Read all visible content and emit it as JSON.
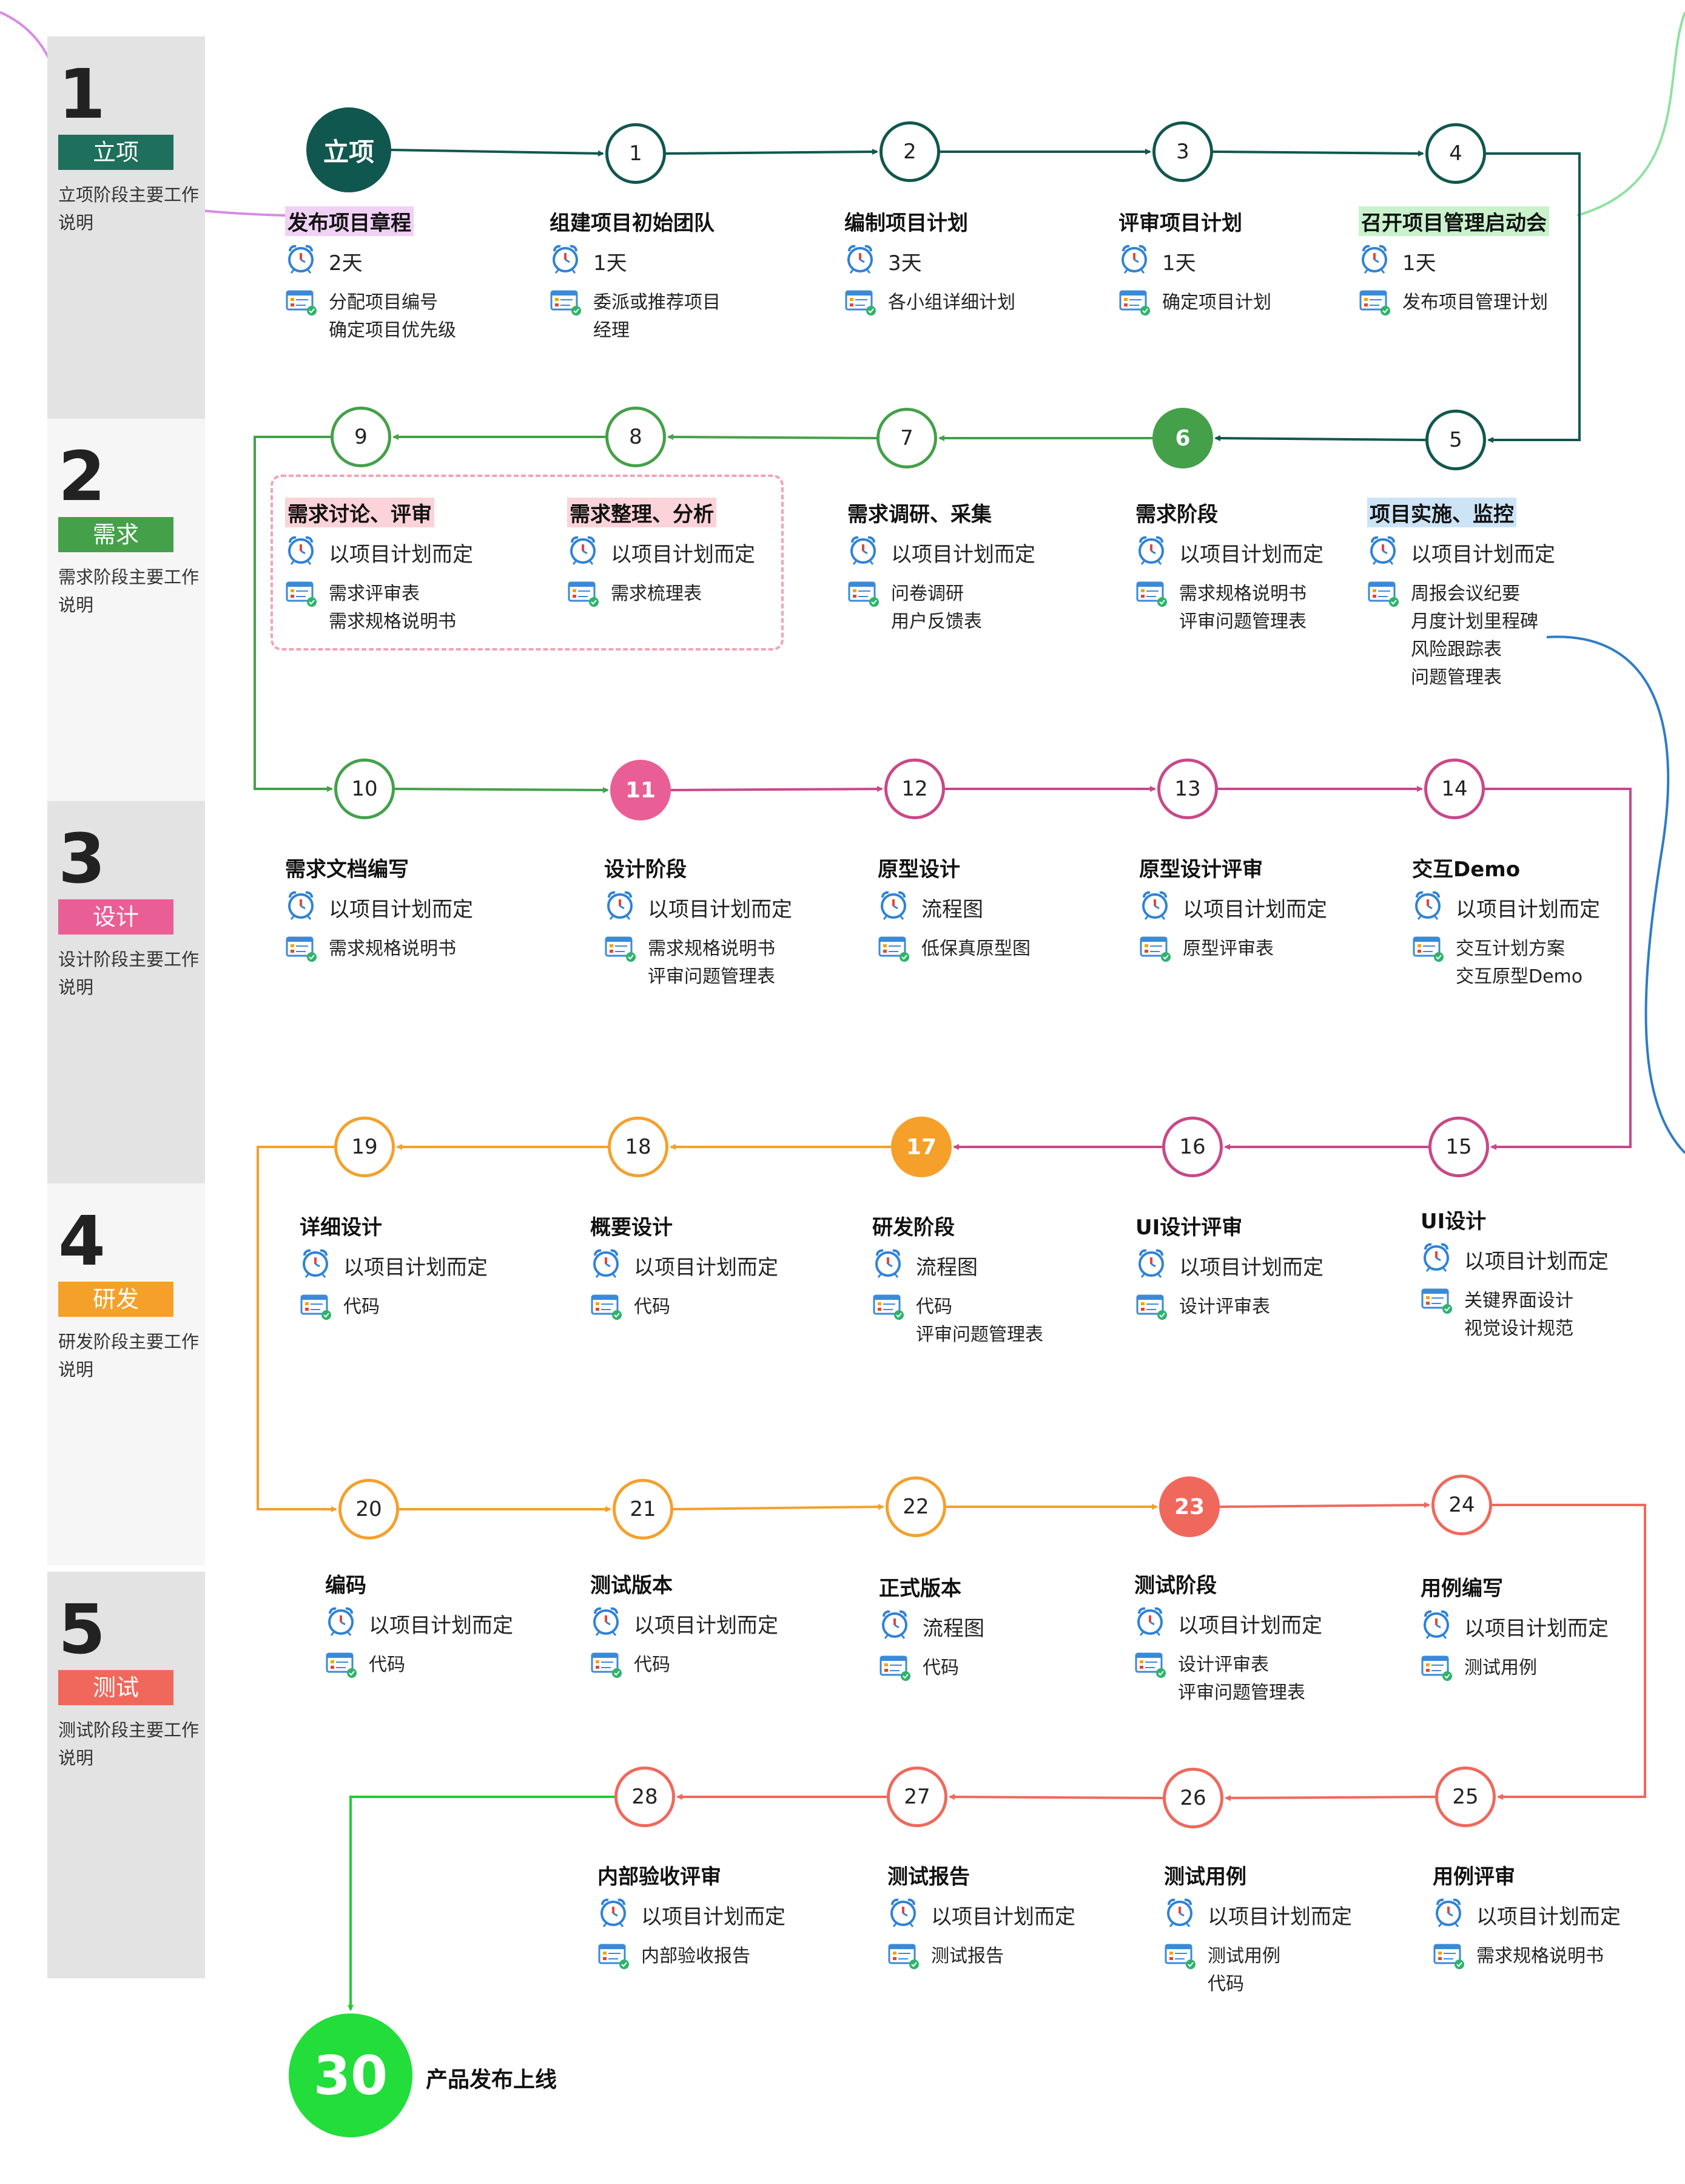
{
  "stages": [
    {
      "num": "1",
      "tag": "立项",
      "desc": "立项阶段主要工作说明",
      "color": "#1e6f5c"
    },
    {
      "num": "2",
      "tag": "需求",
      "desc": "需求阶段主要工作说明",
      "color": "#45a04a"
    },
    {
      "num": "3",
      "tag": "设计",
      "desc": "设计阶段主要工作说明",
      "color": "#ea5e96"
    },
    {
      "num": "4",
      "tag": "研发",
      "desc": "研发阶段主要工作说明",
      "color": "#f5a02a"
    },
    {
      "num": "5",
      "tag": "测试",
      "desc": "测试阶段主要工作说明",
      "color": "#f0685c"
    }
  ],
  "steps": [
    {
      "label": "立项",
      "title": "发布项目章程",
      "time": "2天",
      "docs": "分配项目编号\n确定项目优先级",
      "color": "#10574f",
      "filled": true,
      "highlight": "#f1d1f5"
    },
    {
      "label": "1",
      "title": "组建项目初始团队",
      "time": "1天",
      "docs": "委派或推荐项目\n经理",
      "color": "#10574f"
    },
    {
      "label": "2",
      "title": "编制项目计划",
      "time": "3天",
      "docs": "各小组详细计划",
      "color": "#10574f"
    },
    {
      "label": "3",
      "title": "评审项目计划",
      "time": "1天",
      "docs": "确定项目计划",
      "color": "#10574f"
    },
    {
      "label": "4",
      "title": "召开项目管理启动会",
      "time": "1天",
      "docs": "发布项目管理计划",
      "color": "#10574f",
      "highlight": "#c9f2cc"
    },
    {
      "label": "5",
      "title": "项目实施、监控",
      "time": "以项目计划而定",
      "docs": "周报会议纪要\n月度计划里程碑\n风险跟踪表\n问题管理表",
      "color": "#10574f",
      "highlight": "#cde4f7"
    },
    {
      "label": "6",
      "title": "需求阶段",
      "time": "以项目计划而定",
      "docs": "需求规格说明书\n评审问题管理表",
      "color": "#45a04a",
      "filled": true
    },
    {
      "label": "7",
      "title": "需求调研、采集",
      "time": "以项目计划而定",
      "docs": "问卷调研\n用户反馈表",
      "color": "#45a04a"
    },
    {
      "label": "8",
      "title": "需求整理、分析",
      "time": "以项目计划而定",
      "docs": "需求梳理表",
      "color": "#45a04a",
      "highlight": "#fbd3d9"
    },
    {
      "label": "9",
      "title": "需求讨论、评审",
      "time": "以项目计划而定",
      "docs": "需求评审表\n需求规格说明书",
      "color": "#45a04a",
      "highlight": "#fbd3d9"
    },
    {
      "label": "10",
      "title": "需求文档编写",
      "time": "以项目计划而定",
      "docs": "需求规格说明书",
      "color": "#45a04a"
    },
    {
      "label": "11",
      "title": "设计阶段",
      "time": "以项目计划而定",
      "docs": "需求规格说明书\n评审问题管理表",
      "color": "#ea5e96",
      "filled": true
    },
    {
      "label": "12",
      "title": "原型设计",
      "time": "流程图",
      "docs": "低保真原型图",
      "color": "#c94888"
    },
    {
      "label": "13",
      "title": "原型设计评审",
      "time": "以项目计划而定",
      "docs": "原型评审表",
      "color": "#c94888"
    },
    {
      "label": "14",
      "title": "交互Demo",
      "time": "以项目计划而定",
      "docs": "交互计划方案\n交互原型Demo",
      "color": "#c94888"
    },
    {
      "label": "15",
      "title": "UI设计",
      "time": "以项目计划而定",
      "docs": "关键界面设计\n视觉设计规范",
      "color": "#c94888"
    },
    {
      "label": "16",
      "title": "UI设计评审",
      "time": "以项目计划而定",
      "docs": "设计评审表",
      "color": "#c94888"
    },
    {
      "label": "17",
      "title": "研发阶段",
      "time": "流程图",
      "docs": "代码\n评审问题管理表",
      "color": "#f5a02a",
      "filled": true
    },
    {
      "label": "18",
      "title": "概要设计",
      "time": "以项目计划而定",
      "docs": "代码",
      "color": "#f5a02a"
    },
    {
      "label": "19",
      "title": "详细设计",
      "time": "以项目计划而定",
      "docs": "代码",
      "color": "#f5a02a"
    },
    {
      "label": "20",
      "title": "编码",
      "time": "以项目计划而定",
      "docs": "代码",
      "color": "#f5a02a"
    },
    {
      "label": "21",
      "title": "测试版本",
      "time": "以项目计划而定",
      "docs": "代码",
      "color": "#f5a02a"
    },
    {
      "label": "22",
      "title": "正式版本",
      "time": "流程图",
      "docs": "代码",
      "color": "#f5a02a"
    },
    {
      "label": "23",
      "title": "测试阶段",
      "time": "以项目计划而定",
      "docs": "设计评审表\n评审问题管理表",
      "color": "#f0685c",
      "filled": true
    },
    {
      "label": "24",
      "title": "用例编写",
      "time": "以项目计划而定",
      "docs": "测试用例",
      "color": "#f0685c"
    },
    {
      "label": "25",
      "title": "用例评审",
      "time": "以项目计划而定",
      "docs": "需求规格说明书",
      "color": "#f0685c"
    },
    {
      "label": "26",
      "title": "测试用例",
      "time": "以项目计划而定",
      "docs": "测试用例\n代码",
      "color": "#f0685c"
    },
    {
      "label": "27",
      "title": "测试报告",
      "time": "以项目计划而定",
      "docs": "测试报告",
      "color": "#f0685c"
    },
    {
      "label": "28",
      "title": "内部验收评审",
      "time": "以项目计划而定",
      "docs": "内部验收报告",
      "color": "#f0685c"
    }
  ],
  "final": {
    "label": "30",
    "title": "产品发布上线",
    "color": "#22dd3a"
  }
}
